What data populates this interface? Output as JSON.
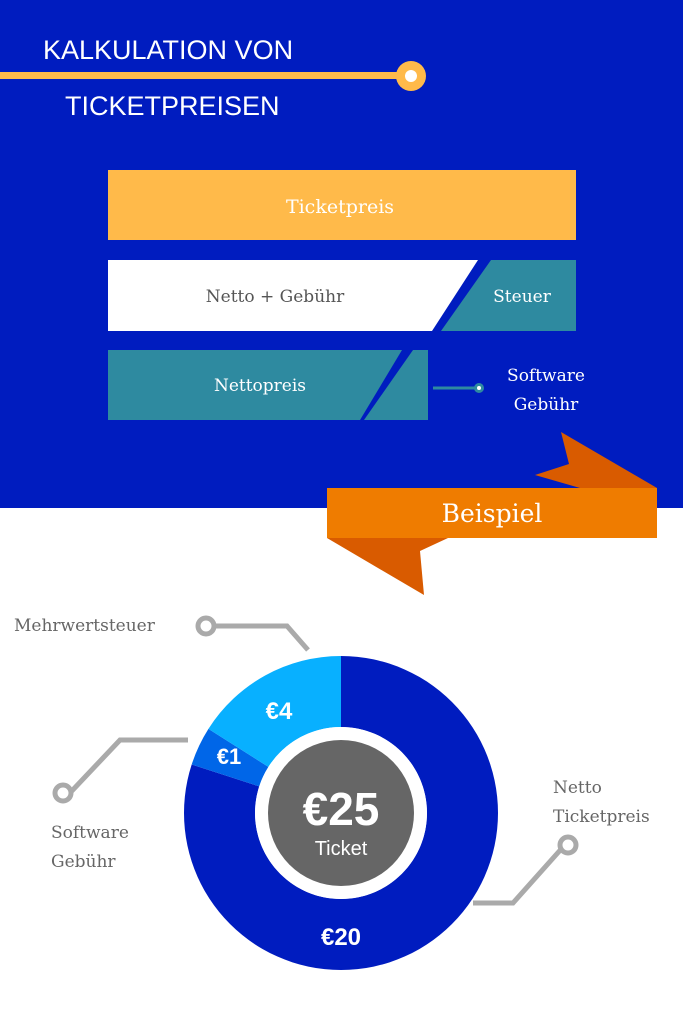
{
  "header": {
    "title_line1": "KALKULATION VON",
    "title_line2": "TICKETPREISEN"
  },
  "diagram": {
    "ticketpreis": "Ticketpreis",
    "netto_gebuehr": "Netto + Gebühr",
    "steuer": "Steuer",
    "nettopreis": "Nettopreis",
    "software_line1": "Software",
    "software_line2": "Gebühr"
  },
  "banner": {
    "label": "Beispiel"
  },
  "callouts": {
    "mwst": "Mehrwertsteuer",
    "software_line1": "Software",
    "software_line2": "Gebühr",
    "netto_line1": "Netto",
    "netto_line2": "Ticketpreis"
  },
  "colors": {
    "blue": "#001cbf",
    "yellow": "#ffba4a",
    "teal": "#2e8aa0",
    "orange": "#ef7c00",
    "orange_dark": "#d95b00",
    "light_blue": "#08b0ff",
    "mid_blue": "#0066e8",
    "gray": "#666666"
  },
  "chart_data": {
    "type": "pie",
    "center_value": "€25",
    "center_label": "Ticket",
    "slices": [
      {
        "name": "Netto Ticketpreis",
        "value": 20,
        "label": "€20",
        "color": "#001cbf"
      },
      {
        "name": "Software Gebühr",
        "value": 1,
        "label": "€1",
        "color": "#0066e8"
      },
      {
        "name": "Mehrwertsteuer",
        "value": 4,
        "label": "€4",
        "color": "#08b0ff"
      }
    ]
  }
}
